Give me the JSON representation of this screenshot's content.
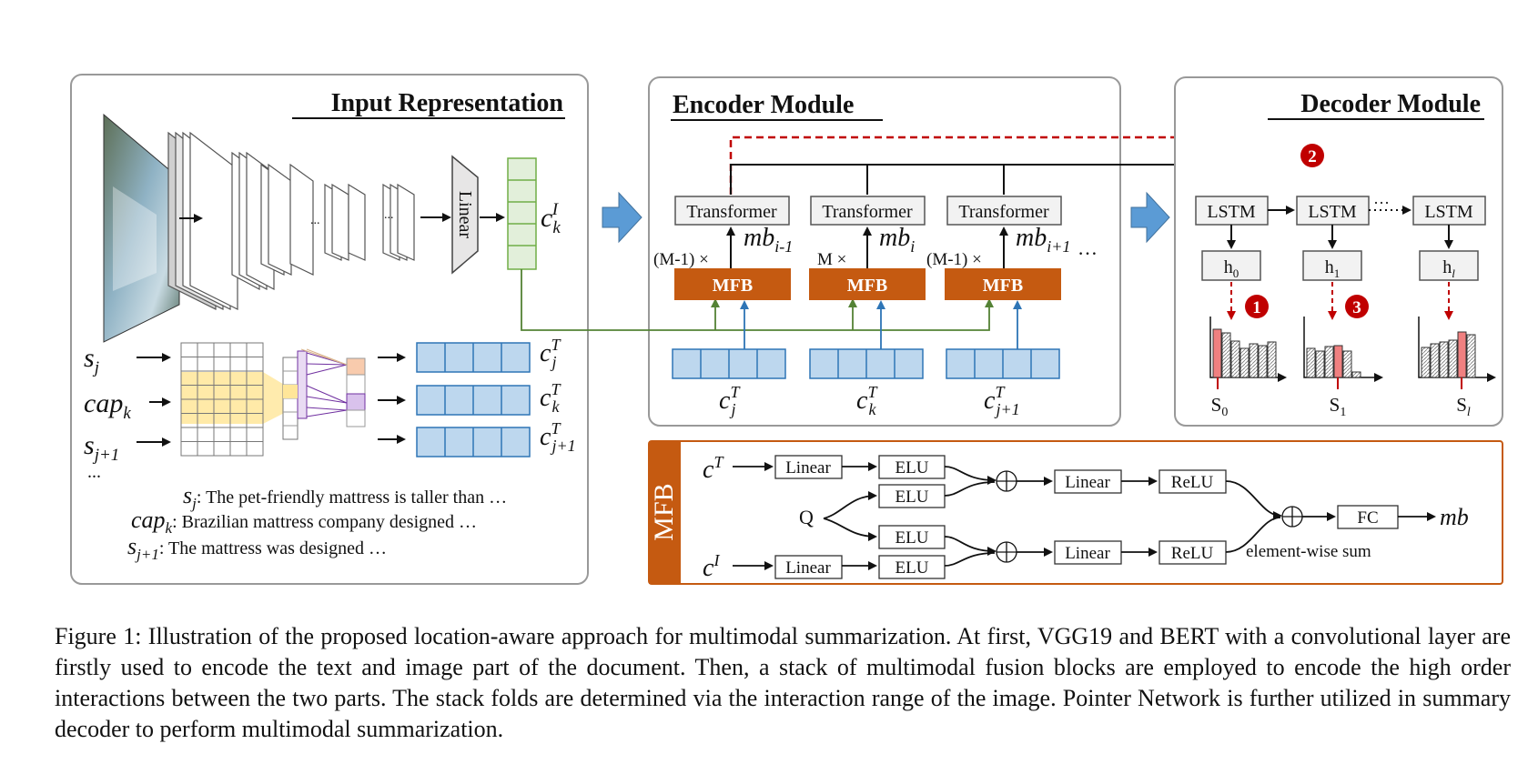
{
  "input_panel": {
    "title": "Input Representation",
    "linear_label": "Linear",
    "ellipsis": "...",
    "image_vector": {
      "base": "c",
      "sub": "k",
      "sup": "I"
    },
    "rows": [
      {
        "label": {
          "base": "s",
          "sub": "j"
        },
        "vector": {
          "base": "c",
          "sub": "j",
          "sup": "T"
        }
      },
      {
        "label": {
          "base": "cap",
          "sub": "k"
        },
        "vector": {
          "base": "c",
          "sub": "k",
          "sup": "T"
        }
      },
      {
        "label": {
          "base": "s",
          "sub": "j+1"
        },
        "vector": {
          "base": "c",
          "sub": "j+1",
          "sup": "T"
        }
      }
    ],
    "more": "...",
    "examples": [
      {
        "label": {
          "base": "s",
          "sub": "j"
        },
        "text": "The pet-friendly mattress is taller than …"
      },
      {
        "label": {
          "base": "cap",
          "sub": "k"
        },
        "text": "Brazilian mattress company designed …"
      },
      {
        "label": {
          "base": "s",
          "sub": "j+1"
        },
        "text": "The mattress was designed …"
      }
    ]
  },
  "encoder_panel": {
    "title": "Encoder Module",
    "ellipsis": "…",
    "blocks": [
      {
        "transformer": "Transformer",
        "mfb": "MFB",
        "repeat": "(M-1) ×",
        "output": {
          "base": "mb",
          "sub": "i-1"
        },
        "input": {
          "base": "c",
          "sub": "j",
          "sup": "T"
        }
      },
      {
        "transformer": "Transformer",
        "mfb": "MFB",
        "repeat": "M ×",
        "output": {
          "base": "mb",
          "sub": "i"
        },
        "input": {
          "base": "c",
          "sub": "k",
          "sup": "T"
        }
      },
      {
        "transformer": "Transformer",
        "mfb": "MFB",
        "repeat": "(M-1) ×",
        "output": {
          "base": "mb",
          "sub": "i+1"
        },
        "input": {
          "base": "c",
          "sub": "j+1",
          "sup": "T"
        }
      }
    ]
  },
  "decoder_panel": {
    "title": "Decoder Module",
    "ellipsis": "···",
    "steps": [
      {
        "cell": "LSTM",
        "hidden": {
          "base": "h",
          "sub": "0"
        },
        "output": {
          "base": "S",
          "sub": "0"
        }
      },
      {
        "cell": "LSTM",
        "hidden": {
          "base": "h",
          "sub": "1"
        },
        "output": {
          "base": "S",
          "sub": "1"
        }
      },
      {
        "cell": "LSTM",
        "hidden": {
          "base": "h",
          "sub": "l"
        },
        "output": {
          "base": "S",
          "sub": "l"
        }
      }
    ],
    "markers": [
      "1",
      "2",
      "3"
    ]
  },
  "mfb_panel": {
    "side_label": "MFB",
    "text_input": {
      "base": "c",
      "sup": "T"
    },
    "image_input": {
      "base": "c",
      "sup": "I"
    },
    "query": "Q",
    "linear": "Linear",
    "elu": "ELU",
    "relu": "ReLU",
    "fc": "FC",
    "output": "mb",
    "sum_note": "element-wise sum"
  },
  "caption": "Figure 1: Illustration of the proposed location-aware approach for multimodal summarization. At first, VGG19 and BERT with a convolutional layer are firstly used to encode the text and image part of the document. Then, a stack of multimodal fusion blocks are employed to encode the high order interactions between the two parts. The stack folds are determined via the interaction range of the image. Pointer Network is further utilized in summary decoder to perform multimodal summarization.",
  "colors": {
    "mfb_orange": "#c55a11",
    "vector_blue": "#bdd7ee",
    "vector_blue_stroke": "#2e75b6",
    "image_vector_green": "#e2efda",
    "image_vector_green_stroke": "#70ad47",
    "attention_red": "#c00000",
    "highlight_bar": "#f08080",
    "arrow_blue": "#5b9bd5"
  }
}
